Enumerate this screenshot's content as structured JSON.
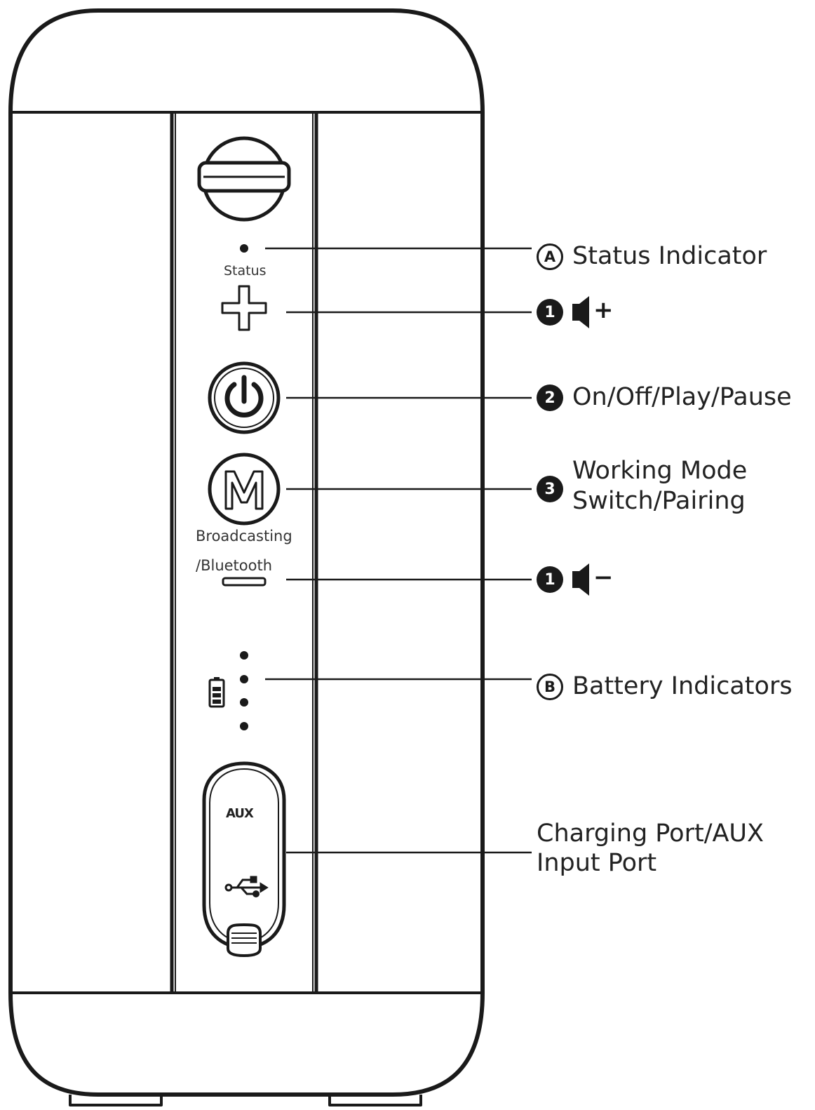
{
  "device_labels": {
    "status": "Status",
    "mode_label_line1": "Broadcasting",
    "mode_label_line2": "/Bluetooth",
    "aux": "AUX"
  },
  "callouts": [
    {
      "badge": "A",
      "badge_style": "outline",
      "text": "Status Indicator"
    },
    {
      "badge": "1",
      "badge_style": "solid",
      "symbol": "+",
      "icon": "speaker-icon"
    },
    {
      "badge": "2",
      "badge_style": "solid",
      "text": "On/Off/Play/Pause"
    },
    {
      "badge": "3",
      "badge_style": "solid",
      "text_line1": "Working Mode",
      "text_line2": "Switch/Pairing"
    },
    {
      "badge": "1",
      "badge_style": "solid",
      "symbol": "−",
      "icon": "speaker-icon"
    },
    {
      "badge": "B",
      "badge_style": "outline",
      "text": "Battery Indicators"
    },
    {
      "text_line1": "Charging Port/AUX",
      "text_line2": "Input Port"
    }
  ],
  "icons": {
    "power": "power-icon",
    "mode": "m-letter-icon",
    "volume_up": "plus-icon",
    "volume_down": "minus-icon",
    "battery": "battery-icon",
    "usb": "usb-icon",
    "strap": "strap-loop-icon"
  },
  "colors": {
    "line": "#1a1a1a",
    "background": "#ffffff"
  }
}
